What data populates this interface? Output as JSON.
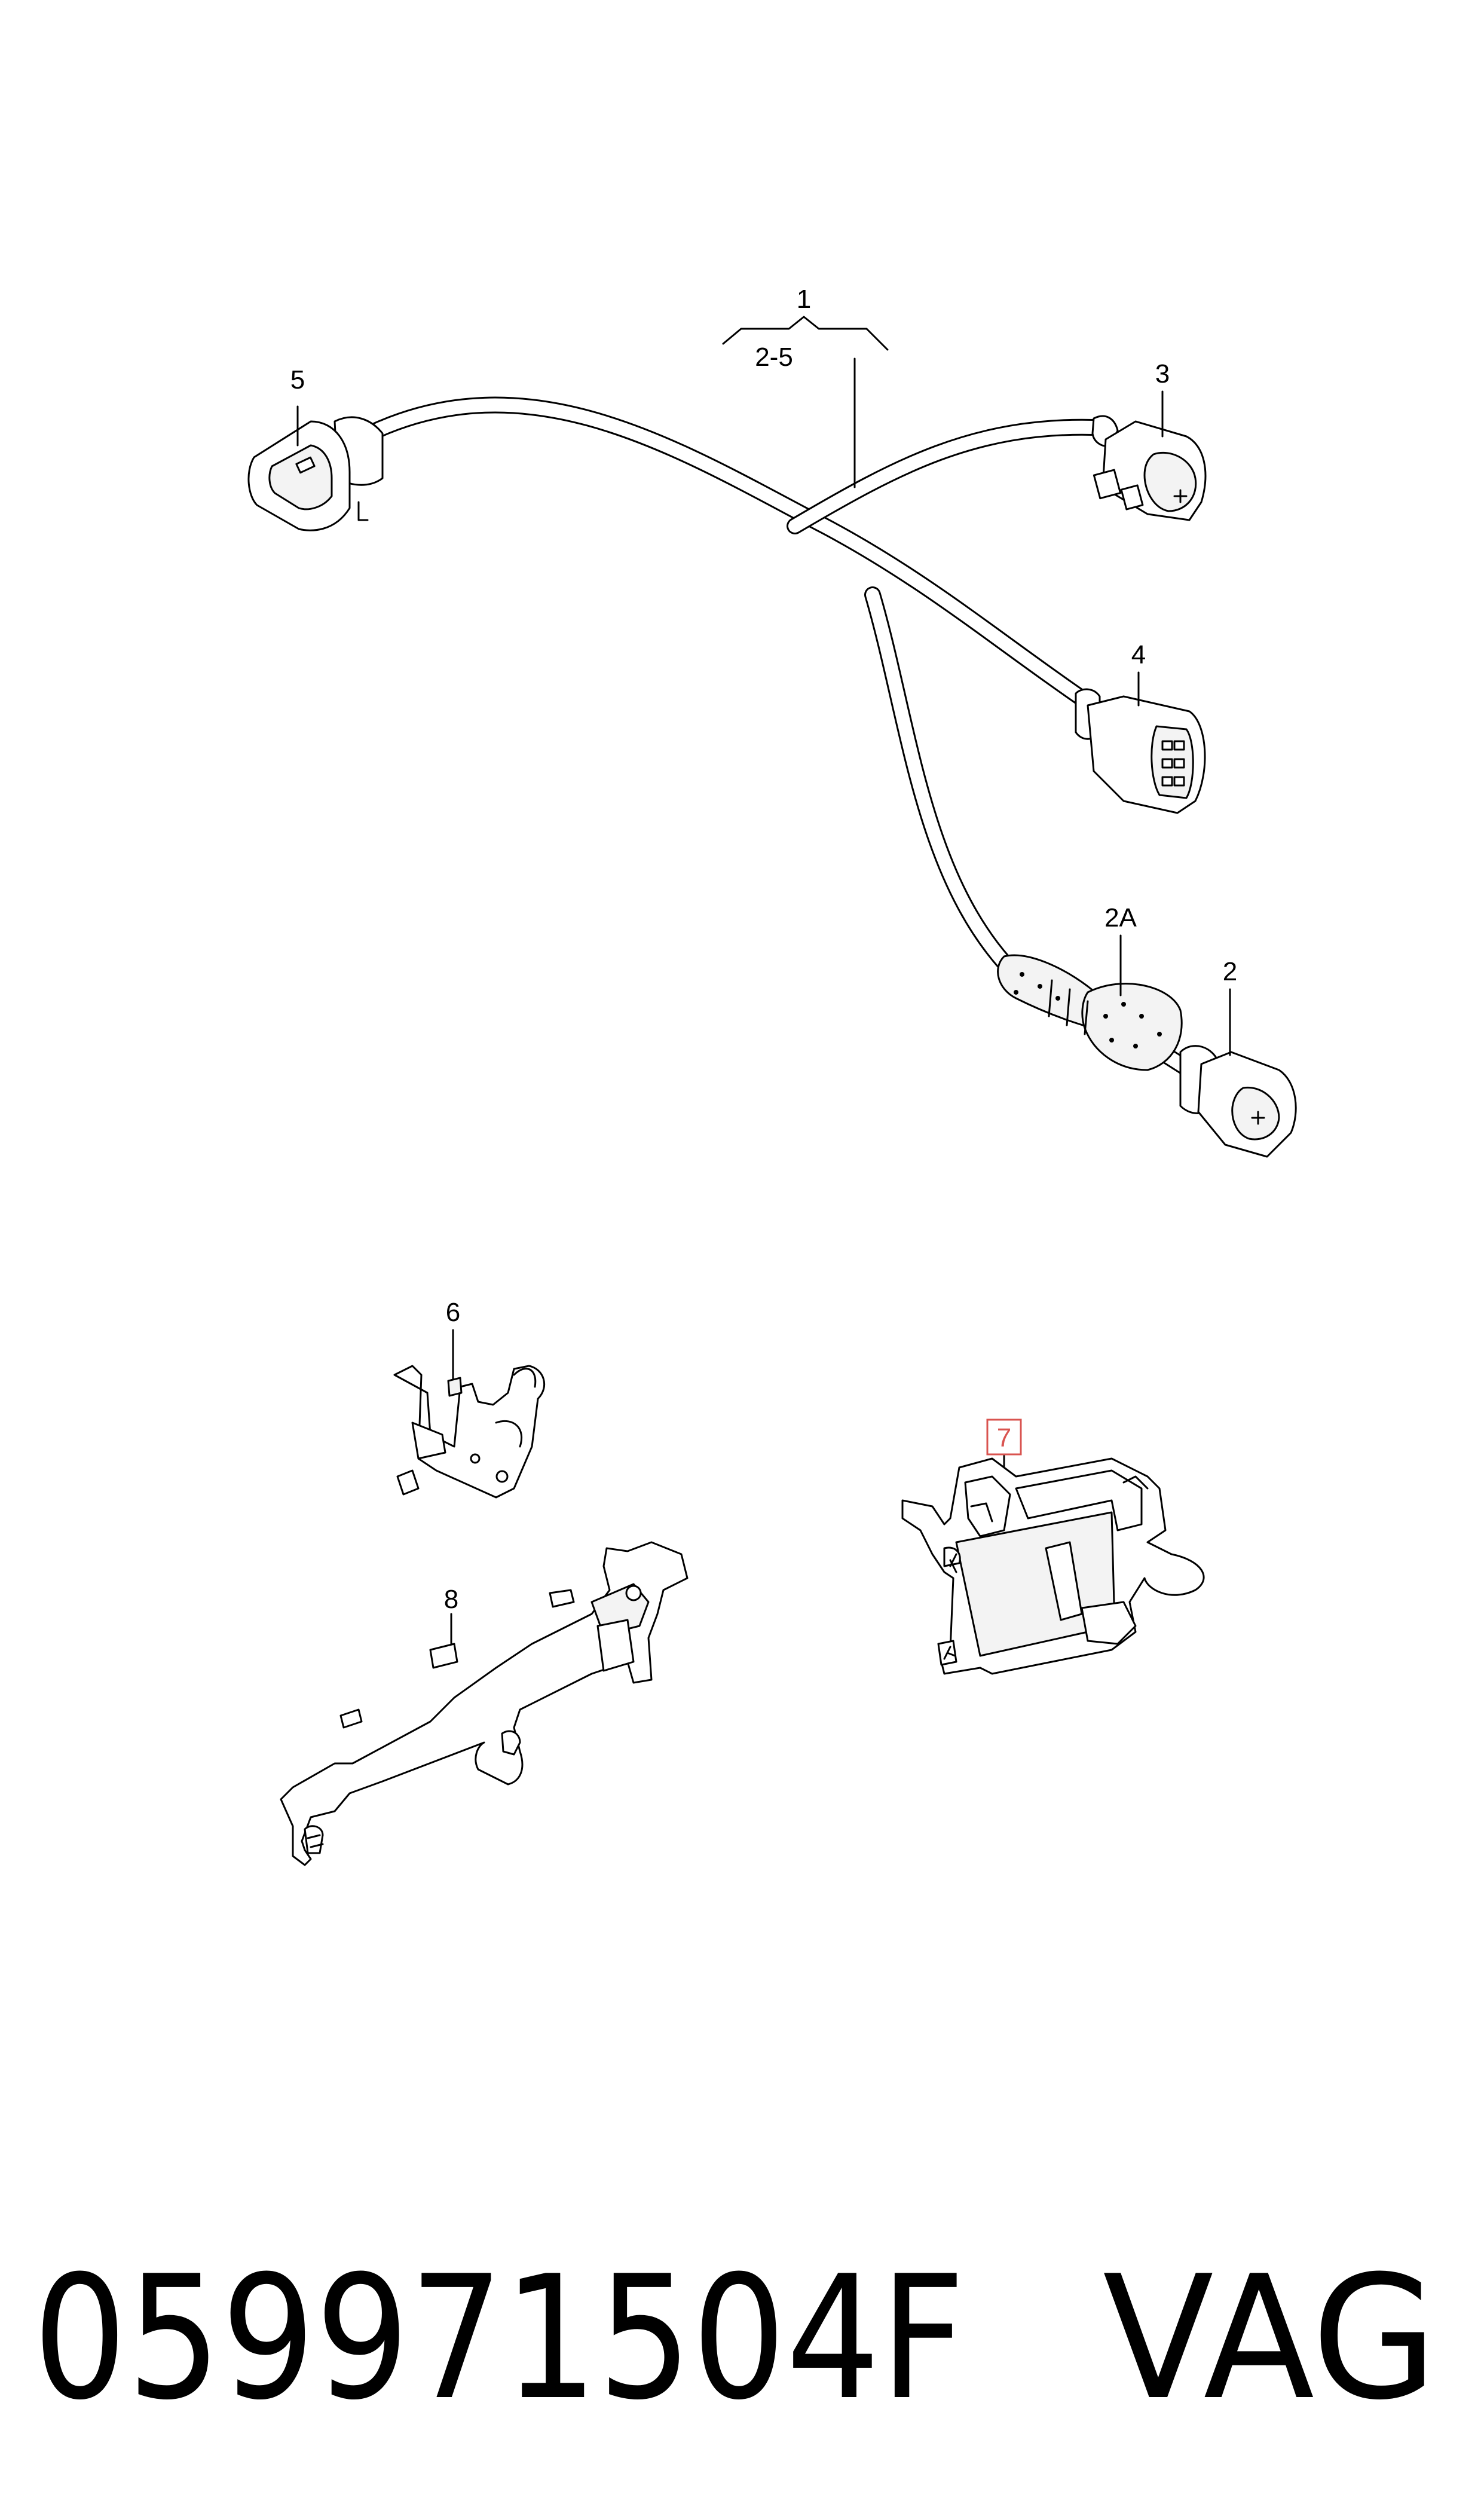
{
  "diagram": {
    "callouts": [
      {
        "id": "1",
        "label": "1",
        "highlight": false
      },
      {
        "id": "2-5",
        "label": "2-5",
        "highlight": false
      },
      {
        "id": "5",
        "label": "5",
        "highlight": false
      },
      {
        "id": "3",
        "label": "3",
        "highlight": false
      },
      {
        "id": "4",
        "label": "4",
        "highlight": false
      },
      {
        "id": "2A",
        "label": "2A",
        "highlight": false
      },
      {
        "id": "2",
        "label": "2",
        "highlight": false
      },
      {
        "id": "6",
        "label": "6",
        "highlight": false
      },
      {
        "id": "7",
        "label": "7",
        "highlight": true
      },
      {
        "id": "8",
        "label": "8",
        "highlight": false
      }
    ],
    "highlight_color": "#d9534f"
  },
  "footer": {
    "part_number": "059971504F",
    "brand": "VAG"
  }
}
